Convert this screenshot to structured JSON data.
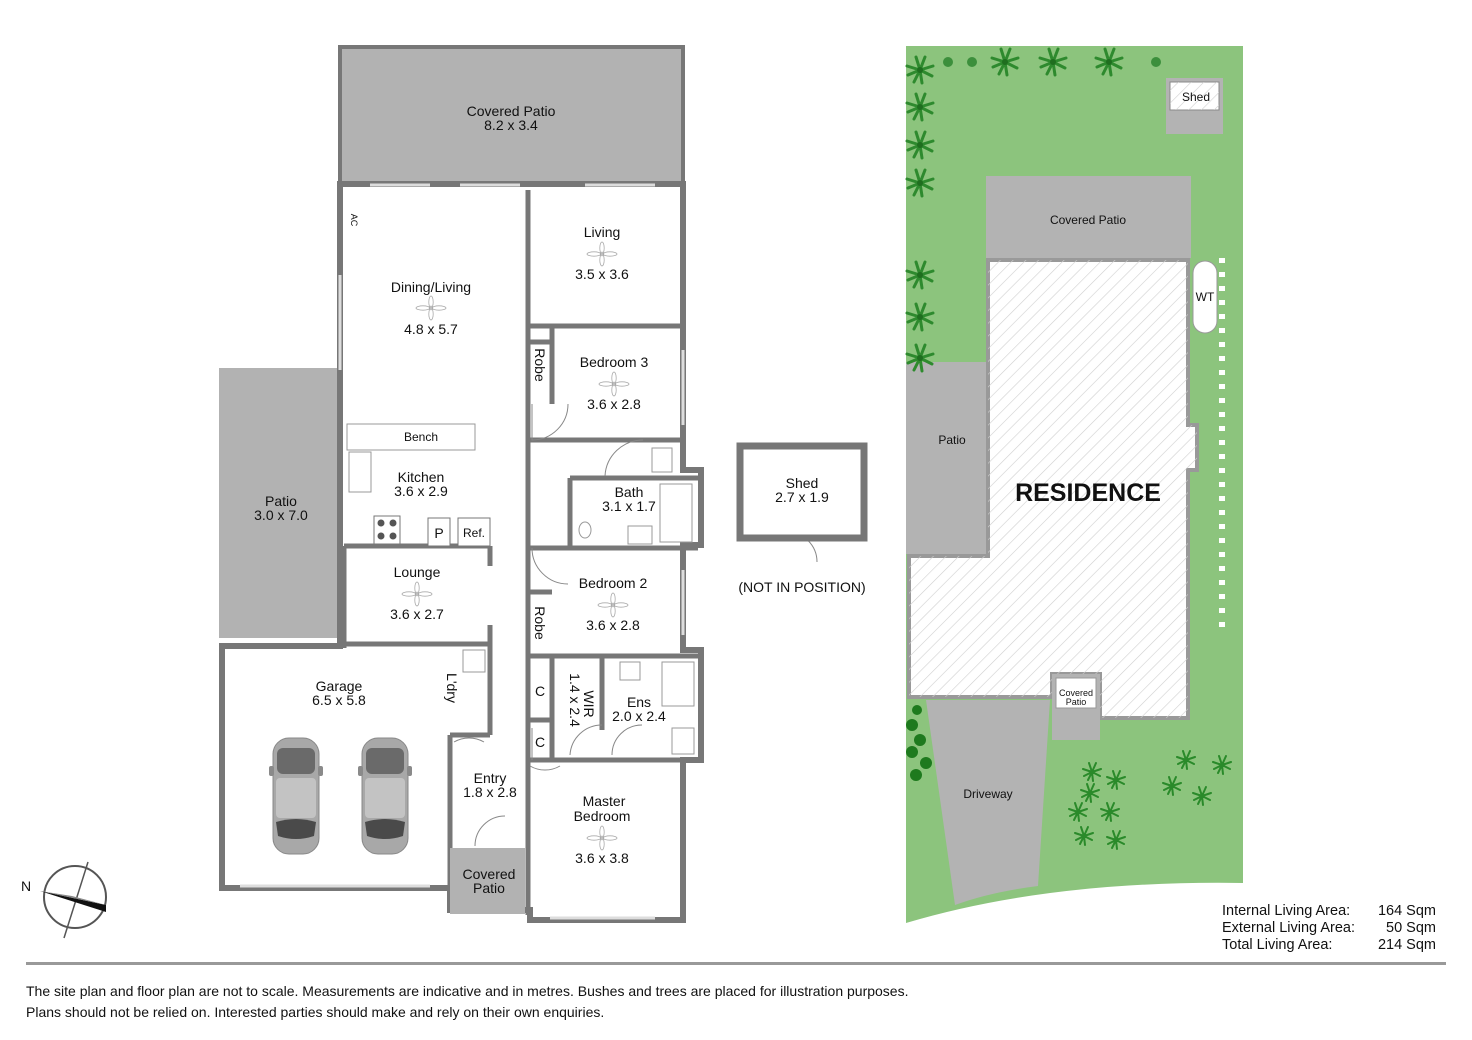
{
  "floor_plan": {
    "rooms": [
      {
        "id": "covered-patio-rear",
        "name": "Covered Patio",
        "dims": "8.2 x 3.4"
      },
      {
        "id": "dining-living",
        "name": "Dining/Living",
        "dims": "4.8 x 5.7"
      },
      {
        "id": "living",
        "name": "Living",
        "dims": "3.5 x 3.6"
      },
      {
        "id": "bedroom-3",
        "name": "Bedroom 3",
        "dims": "3.6 x 2.8"
      },
      {
        "id": "kitchen",
        "name": "Kitchen",
        "dims": "3.6 x 2.9"
      },
      {
        "id": "bath",
        "name": "Bath",
        "dims": "3.1 x 1.7"
      },
      {
        "id": "patio-side",
        "name": "Patio",
        "dims": "3.0 x 7.0"
      },
      {
        "id": "lounge",
        "name": "Lounge",
        "dims": "3.6 x 2.7"
      },
      {
        "id": "bedroom-2",
        "name": "Bedroom 2",
        "dims": "3.6 x 2.8"
      },
      {
        "id": "garage",
        "name": "Garage",
        "dims": "6.5 x 5.8"
      },
      {
        "id": "wir",
        "name": "WIR",
        "dims": "1.4 x 2.4"
      },
      {
        "id": "ens",
        "name": "Ens",
        "dims": "2.0 x 2.4"
      },
      {
        "id": "entry",
        "name": "Entry",
        "dims": "1.8 x 2.8"
      },
      {
        "id": "master-bedroom",
        "name_line1": "Master",
        "name_line2": "Bedroom",
        "dims": "3.6 x 3.8"
      }
    ],
    "fixtures": {
      "ac": "AC",
      "bench": "Bench",
      "pantry": "P",
      "fridge": "Ref.",
      "robe": "Robe",
      "cupboard": "C",
      "laundry": "L'dry"
    },
    "front_patio": {
      "line1": "Covered",
      "line2": "Patio"
    },
    "compass_label": "N"
  },
  "shed_detail": {
    "name": "Shed",
    "dims": "2.7 x 1.9",
    "note": "(NOT IN POSITION)"
  },
  "site_plan": {
    "residence": "RESIDENCE",
    "covered_patio": "Covered Patio",
    "patio": "Patio",
    "shed": "Shed",
    "water_tank": "WT",
    "small_patio_line1": "Covered",
    "small_patio_line2": "Patio",
    "driveway": "Driveway",
    "colors": {
      "lawn": "#8cc47d",
      "paving": "#b3b3b3",
      "hatch": "#d6d6d6",
      "tree": "#2e8a2e"
    }
  },
  "areas": [
    {
      "label": "Internal Living Area:",
      "value": "164 Sqm"
    },
    {
      "label": "External Living Area:",
      "value": "50 Sqm"
    },
    {
      "label": "Total Living Area:",
      "value": "214 Sqm"
    }
  ],
  "disclaimer": {
    "line1": "The site plan and floor plan are not to scale. Measurements are indicative and in metres. Bushes and trees are placed for illustration purposes.",
    "line2": "Plans should not be relied on. Interested parties should make and rely on their own enquiries."
  }
}
